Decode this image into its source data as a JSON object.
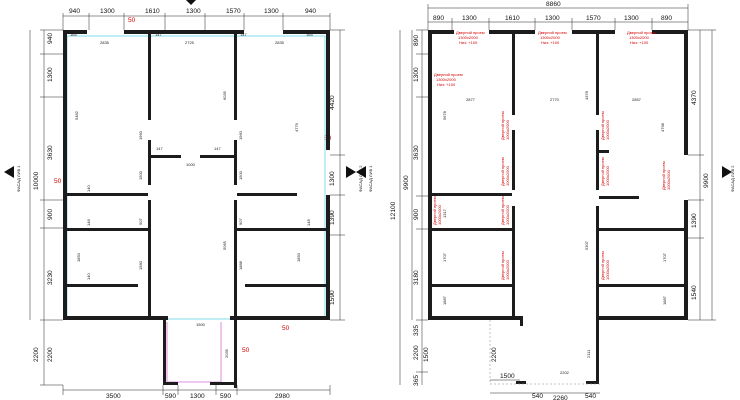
{
  "left_plan": {
    "top_dims": [
      "940",
      "1300",
      "1610",
      "1300",
      "1570",
      "1300",
      "940"
    ],
    "top_red": "50",
    "left_dims": [
      "940",
      "1300",
      "3630",
      "900",
      "3230",
      "2200",
      "2200"
    ],
    "left_total": "10000",
    "left_red": "50",
    "right_dims": [
      "4420",
      "1300",
      "1390",
      "1590"
    ],
    "right_red": "50",
    "bottom_dims": [
      "3500",
      "590",
      "1300",
      "590",
      "2980"
    ],
    "inner_dims": [
      "2835",
      "2725",
      "2835",
      "165",
      "165",
      "147",
      "147",
      "5482",
      "6035",
      "4779",
      "1000",
      "147",
      "147",
      "1960",
      "1960",
      "1500",
      "1500",
      "1850",
      "1850",
      "1580",
      "1888",
      "140",
      "140",
      "148",
      "148",
      "907",
      "907",
      "5065",
      "1500",
      "2035"
    ],
    "side_tag": "ФАСАД ЛИВ 1",
    "right_tag": "ФАСАД ЛИВ 2"
  },
  "right_plan": {
    "overall": "8860",
    "top_dims": [
      "890",
      "1300",
      "1610",
      "1300",
      "1570",
      "1300",
      "890"
    ],
    "left_dims": [
      "890",
      "1300",
      "3630",
      "900",
      "3180",
      "2200",
      "1500",
      "365"
    ],
    "left_total": "12100",
    "left_mid": "9900",
    "left_small": "335",
    "right_dims": [
      "4370",
      "1390",
      "1540"
    ],
    "right_total": "9900",
    "inner_dims": [
      "2877",
      "2770",
      "2857",
      "5678",
      "4378",
      "4798",
      "1317",
      "1707",
      "5307",
      "1707",
      "1887",
      "1887",
      "2200",
      "2111"
    ],
    "porch_dims": [
      "1500",
      "2202",
      "540",
      "2260",
      "540"
    ],
    "openings": [
      {
        "t1": "Дверной проем",
        "t2": "1300х2000",
        "t3": "Низ: +100"
      },
      {
        "t1": "Дверной проем",
        "t2": "1300х2000",
        "t3": "Низ: +100"
      },
      {
        "t1": "Дверной проем",
        "t2": "1300х2000",
        "t3": "Низ: +100"
      },
      {
        "t1": "Дверной проем",
        "t2": "1300х2000",
        "t3": "Низ: +100"
      },
      {
        "t1": "Дверной проем",
        "t2": "1000х2000",
        "t3": ""
      },
      {
        "t1": "Дверной проем",
        "t2": "1000х2000",
        "t3": ""
      },
      {
        "t1": "Дверной проем",
        "t2": "1000х2000",
        "t3": ""
      },
      {
        "t1": "Дверной проем",
        "t2": "1000х2000",
        "t3": ""
      },
      {
        "t1": "Дверной проем",
        "t2": "1000х2000",
        "t3": ""
      },
      {
        "t1": "Дверной проем",
        "t2": "1000х2000",
        "t3": ""
      },
      {
        "t1": "Дверной проем",
        "t2": "1000х2000",
        "t3": ""
      },
      {
        "t1": "Дверной проем",
        "t2": "1000х2000",
        "t3": ""
      },
      {
        "t1": "Дверной проем",
        "t2": "1000х2000",
        "t3": ""
      }
    ],
    "side_tag": "ФАСАД ЛИВ 1",
    "right_tag": "ФАСАД ЛИВ 2"
  }
}
